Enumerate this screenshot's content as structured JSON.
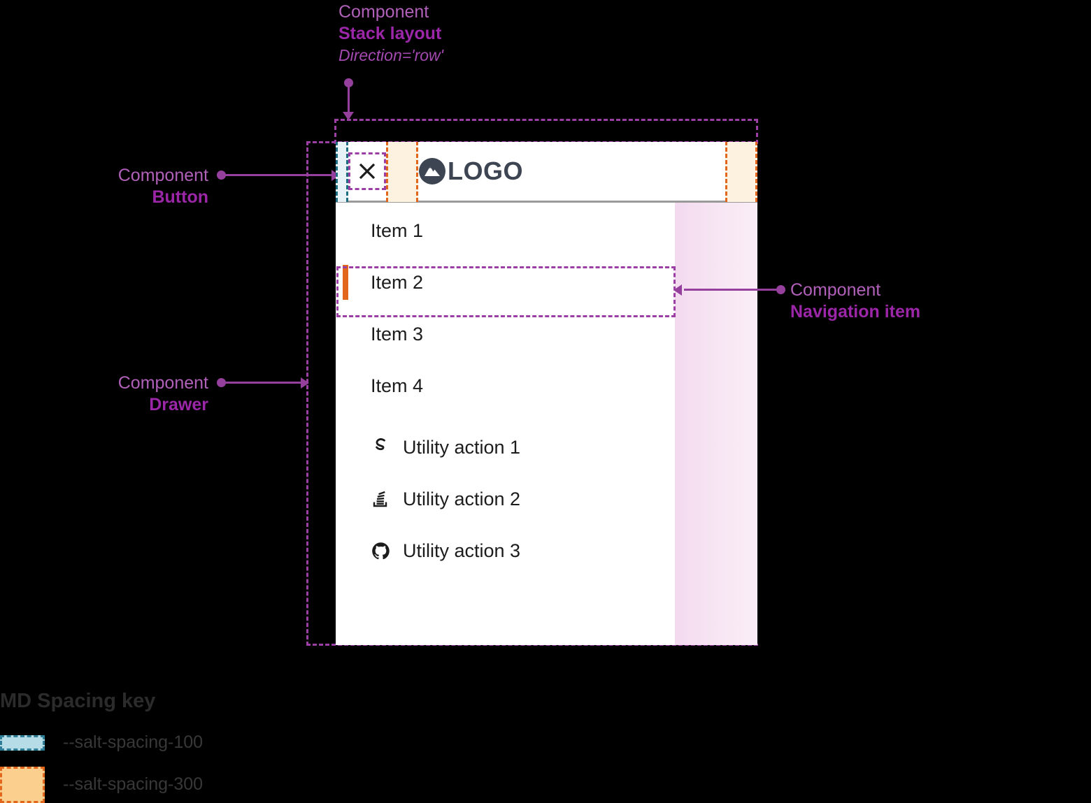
{
  "annotations": {
    "stack_layout": {
      "kind": "Component",
      "name": "Stack layout",
      "prop": "Direction='row'"
    },
    "button": {
      "kind": "Component",
      "name": "Button"
    },
    "drawer": {
      "kind": "Component",
      "name": "Drawer"
    },
    "navigation_item": {
      "kind": "Component",
      "name": "Navigation item"
    }
  },
  "drawer": {
    "header": {
      "close_icon": "close-icon",
      "close_label": "Close",
      "logo_icon": "mountain-logo-icon",
      "logo_text": "LOGO"
    },
    "nav_items": [
      {
        "label": "Item 1",
        "active": false
      },
      {
        "label": "Item 2",
        "active": true
      },
      {
        "label": "Item 3",
        "active": false
      },
      {
        "label": "Item 4",
        "active": false
      }
    ],
    "utility_actions": [
      {
        "label": "Utility action 1",
        "icon": "storybook-icon"
      },
      {
        "label": "Utility action 2",
        "icon": "stackoverflow-icon"
      },
      {
        "label": "Utility action 3",
        "icon": "github-icon"
      }
    ]
  },
  "spacing_key": {
    "title": "MD Spacing key",
    "rows": [
      {
        "token": "--salt-spacing-100",
        "swatch": "spacing-100-swatch"
      },
      {
        "token": "--salt-spacing-300",
        "swatch": "spacing-300-swatch"
      }
    ]
  },
  "colors": {
    "background": "#000000",
    "annotation": "#9B27A8",
    "annotation_light": "#B060B8",
    "spacing_100_fill": "#E8F3F7",
    "spacing_100_border": "#1F6E84",
    "spacing_300_fill": "#FDF2E0",
    "spacing_300_border": "#E2661B",
    "active_indicator": "#E2661B",
    "panel": "#FFFFFF",
    "highlight_gradient": "#F3DAEF",
    "logo": "#3E4552"
  }
}
